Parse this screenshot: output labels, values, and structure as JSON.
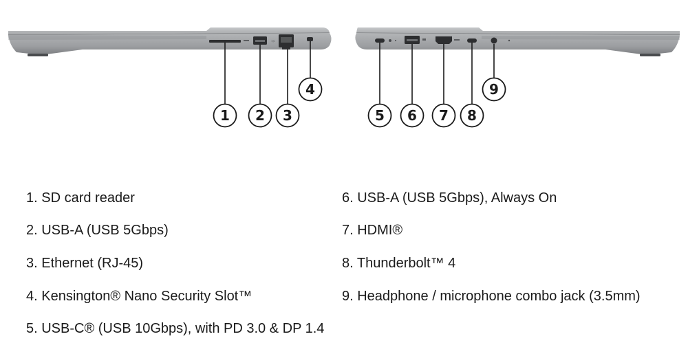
{
  "callouts": {
    "c1": "1",
    "c2": "2",
    "c3": "3",
    "c4": "4",
    "c5": "5",
    "c6": "6",
    "c7": "7",
    "c8": "8",
    "c9": "9"
  },
  "ports_left": [
    "1. SD card reader",
    "2. USB-A (USB 5Gbps)",
    "3. Ethernet (RJ-45)",
    "4. Kensington® Nano Security Slot™",
    "5. USB-C® (USB 10Gbps), with PD 3.0 & DP 1.4"
  ],
  "ports_right": [
    "6. USB-A (USB 5Gbps), Always On",
    "7. HDMI®",
    "8. Thunderbolt™ 4",
    "9. Headphone / microphone combo jack (3.5mm)"
  ],
  "colors": {
    "chassis": "#a9abad",
    "chassis_dark": "#7f8184",
    "text": "#1a1a1a"
  }
}
